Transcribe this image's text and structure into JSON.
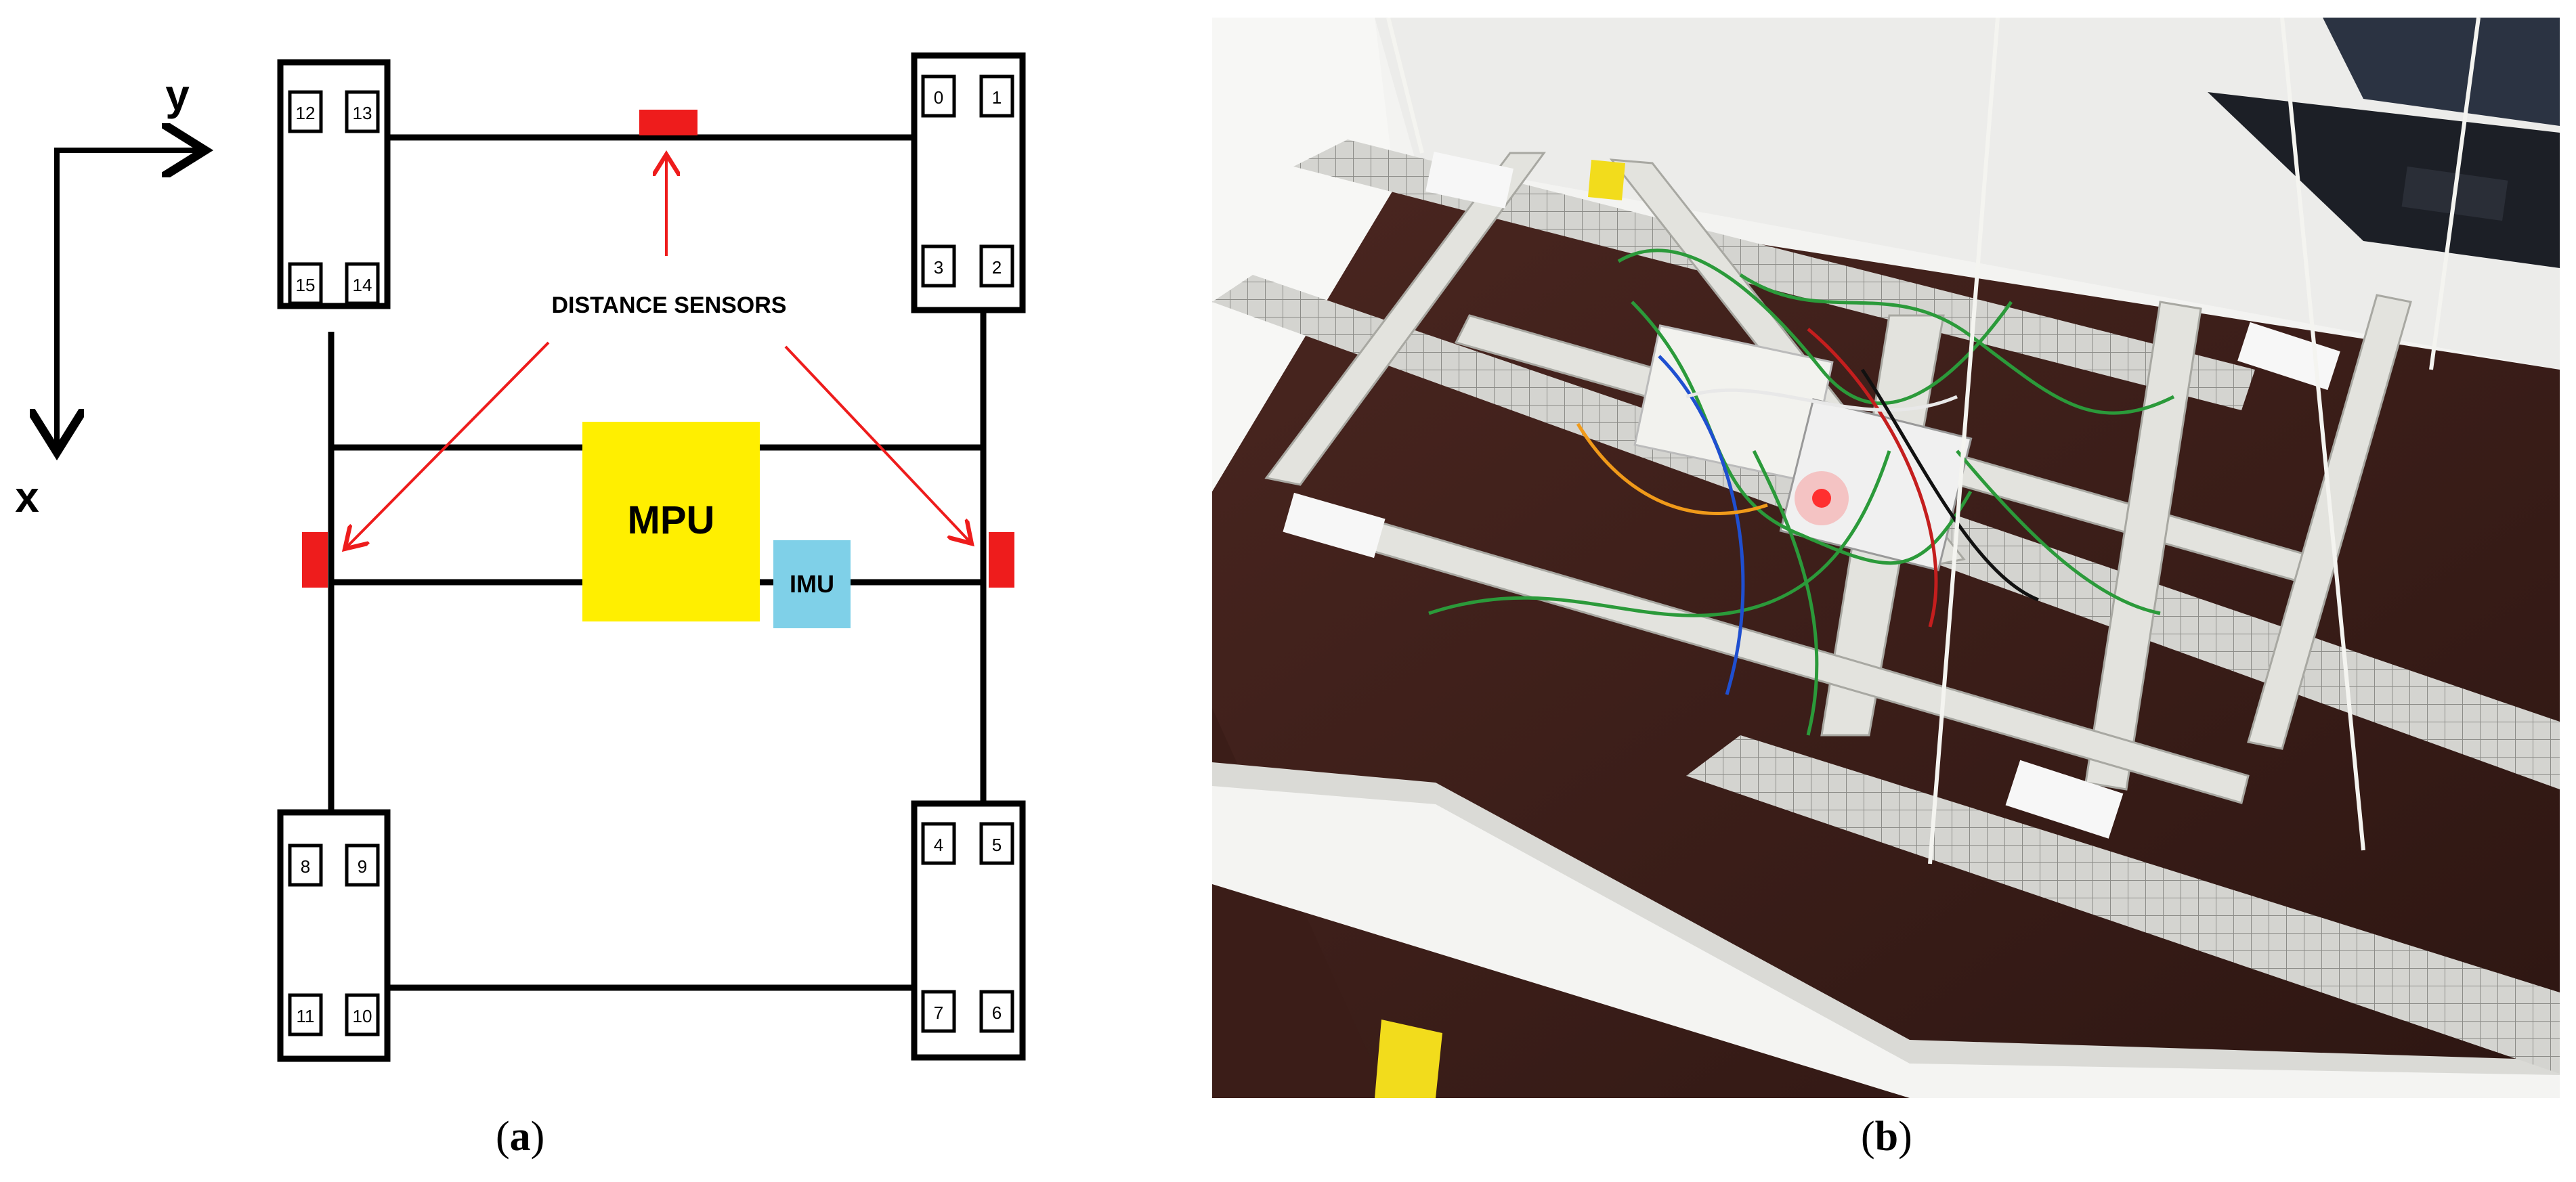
{
  "panel_a": {
    "axis_x_label": "x",
    "axis_y_label": "y",
    "sensors_label": "DISTANCE SENSORS",
    "mpu_label": "MPU",
    "imu_label": "IMU",
    "modules": {
      "top_left": [
        "12",
        "13",
        "15",
        "14"
      ],
      "top_right": [
        "0",
        "1",
        "3",
        "2"
      ],
      "bottom_left": [
        "8",
        "9",
        "11",
        "10"
      ],
      "bottom_right": [
        "4",
        "5",
        "7",
        "6"
      ]
    },
    "colors": {
      "sensor": "#ee1c1c",
      "mpu": "#ffef00",
      "imu": "#7fd0e8",
      "arrow": "#ee1c1c",
      "line": "#000000"
    }
  },
  "captions": {
    "a_open": "(",
    "a_letter": "a",
    "a_close": ")",
    "b_open": "(",
    "b_letter": "b",
    "b_close": ")"
  },
  "panel_b": {
    "colors": {
      "wall": "#efefef",
      "table": "#3a1d17",
      "rail": "#c9c9c9",
      "frame": "#e3e3de",
      "yellow_marker": "#f2dc1c",
      "wire_green": "#2b9a3a",
      "laptop": "#1c1f26"
    }
  }
}
